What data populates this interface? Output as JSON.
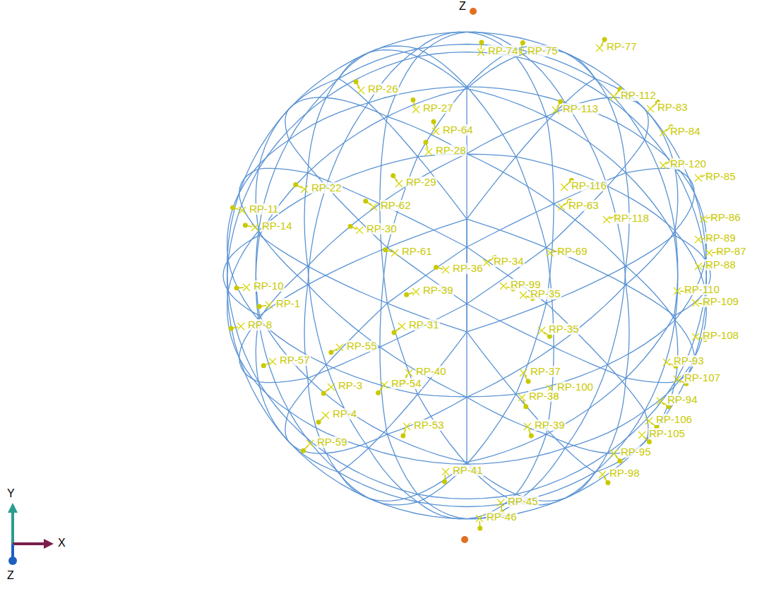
{
  "diagram": {
    "labels": [
      "RP-74",
      "RP-75",
      "RP-77",
      "RP-26",
      "RP-112",
      "RP-113",
      "RP-83",
      "RP-27",
      "RP-84",
      "RP-64",
      "RP-28",
      "RP-120",
      "RP-85",
      "RP-29",
      "RP-116",
      "RP-22",
      "RP-62",
      "RP-63",
      "RP-11",
      "RP-86",
      "RP-118",
      "RP-14",
      "RP-30",
      "RP-89",
      "RP-61",
      "RP-69",
      "RP-87",
      "RP-34",
      "RP-88",
      "RP-36",
      "RP-10",
      "RP-39",
      "RP-99",
      "RP-110",
      "RP-35",
      "RP-1",
      "RP-109",
      "RP-8",
      "RP-31",
      "RP-35",
      "RP-108",
      "RP-55",
      "RP-57",
      "RP-93",
      "RP-40",
      "RP-37",
      "RP-107",
      "RP-54",
      "RP-3",
      "RP-100",
      "RP-38",
      "RP-94",
      "RP-4",
      "RP-106",
      "RP-53",
      "RP-39",
      "RP-105",
      "RP-59",
      "RP-95",
      "RP-41",
      "RP-98",
      "RP-45",
      "RP-46",
      "Z",
      "Y",
      "X",
      "Z"
    ]
  }
}
